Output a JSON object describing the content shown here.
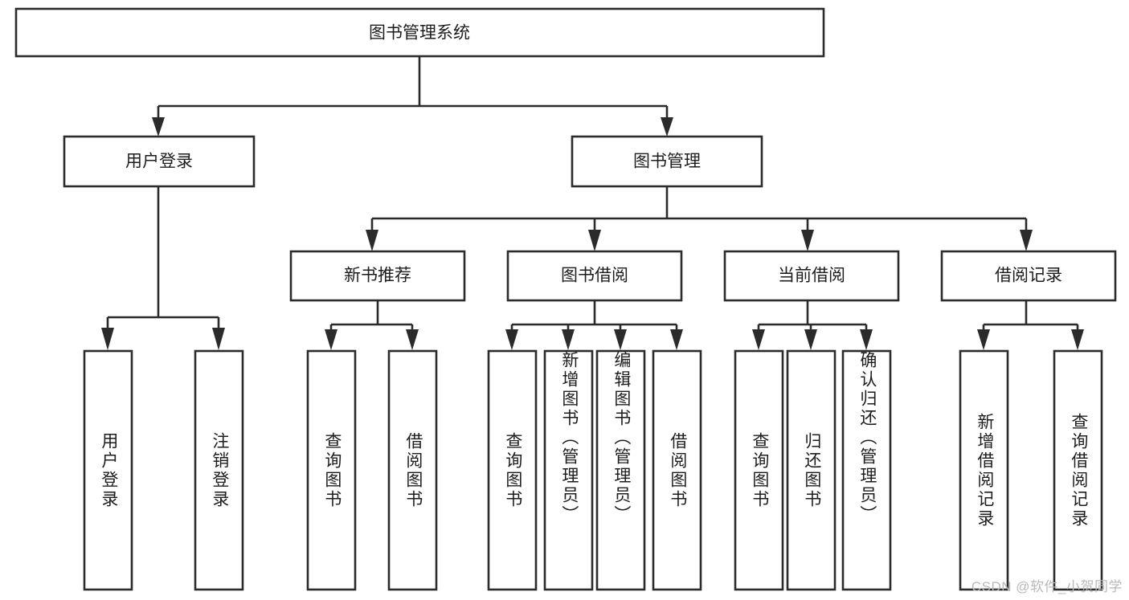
{
  "diagram": {
    "type": "tree",
    "title": "图书管理系统",
    "watermark": "CSDN @软件_小贺同学",
    "colors": {
      "box_stroke": "#2b2b2b",
      "box_fill": "#ffffff",
      "text": "#1d1d1d",
      "background": "#ffffff",
      "watermark": "#b9b9b9"
    },
    "nodes": {
      "root": {
        "label": "图书管理系统",
        "orientation": "horizontal"
      },
      "level1": [
        {
          "id": "user-login",
          "label": "用户登录",
          "orientation": "horizontal"
        },
        {
          "id": "book-management",
          "label": "图书管理",
          "orientation": "horizontal"
        }
      ],
      "level2": [
        {
          "id": "new-book-recommend",
          "label": "新书推荐",
          "orientation": "horizontal"
        },
        {
          "id": "book-borrow",
          "label": "图书借阅",
          "orientation": "horizontal"
        },
        {
          "id": "current-borrow",
          "label": "当前借阅",
          "orientation": "horizontal"
        },
        {
          "id": "borrow-record",
          "label": "借阅记录",
          "orientation": "horizontal"
        }
      ],
      "leaves": {
        "user-login": [
          {
            "id": "leaf-user-login",
            "label": "用户登录",
            "orientation": "vertical"
          },
          {
            "id": "leaf-logout-login",
            "label": "注销登录",
            "orientation": "vertical"
          }
        ],
        "new-book-recommend": [
          {
            "id": "leaf-query-book-1",
            "label": "查询图书",
            "orientation": "vertical"
          },
          {
            "id": "leaf-borrow-book-1",
            "label": "借阅图书",
            "orientation": "vertical"
          }
        ],
        "book-borrow": [
          {
            "id": "leaf-query-book-2",
            "label": "查询图书",
            "orientation": "vertical"
          },
          {
            "id": "leaf-add-book",
            "label": "新增图书（管理员）",
            "orientation": "vertical"
          },
          {
            "id": "leaf-edit-book",
            "label": "编辑图书（管理员）",
            "orientation": "vertical"
          },
          {
            "id": "leaf-borrow-book-2",
            "label": "借阅图书",
            "orientation": "vertical"
          }
        ],
        "current-borrow": [
          {
            "id": "leaf-query-book-3",
            "label": "查询图书",
            "orientation": "vertical"
          },
          {
            "id": "leaf-return-book",
            "label": "归还图书",
            "orientation": "vertical"
          },
          {
            "id": "leaf-confirm-return",
            "label": "确认归还（管理员）",
            "orientation": "vertical"
          }
        ],
        "borrow-record": [
          {
            "id": "leaf-add-record",
            "label": "新增借阅记录",
            "orientation": "vertical"
          },
          {
            "id": "leaf-query-record",
            "label": "查询借阅记录",
            "orientation": "vertical"
          }
        ]
      }
    },
    "edges": [
      {
        "from": "图书管理系统",
        "to": "用户登录"
      },
      {
        "from": "图书管理系统",
        "to": "图书管理"
      },
      {
        "from": "图书管理",
        "to": "新书推荐"
      },
      {
        "from": "图书管理",
        "to": "图书借阅"
      },
      {
        "from": "图书管理",
        "to": "当前借阅"
      },
      {
        "from": "图书管理",
        "to": "借阅记录"
      },
      {
        "from": "用户登录",
        "to": "用户登录"
      },
      {
        "from": "用户登录",
        "to": "注销登录"
      },
      {
        "from": "新书推荐",
        "to": "查询图书"
      },
      {
        "from": "新书推荐",
        "to": "借阅图书"
      },
      {
        "from": "图书借阅",
        "to": "查询图书"
      },
      {
        "from": "图书借阅",
        "to": "新增图书（管理员）"
      },
      {
        "from": "图书借阅",
        "to": "编辑图书（管理员）"
      },
      {
        "from": "图书借阅",
        "to": "借阅图书"
      },
      {
        "from": "当前借阅",
        "to": "查询图书"
      },
      {
        "from": "当前借阅",
        "to": "归还图书"
      },
      {
        "from": "当前借阅",
        "to": "确认归还（管理员）"
      },
      {
        "from": "借阅记录",
        "to": "新增借阅记录"
      },
      {
        "from": "借阅记录",
        "to": "查询借阅记录"
      }
    ]
  }
}
